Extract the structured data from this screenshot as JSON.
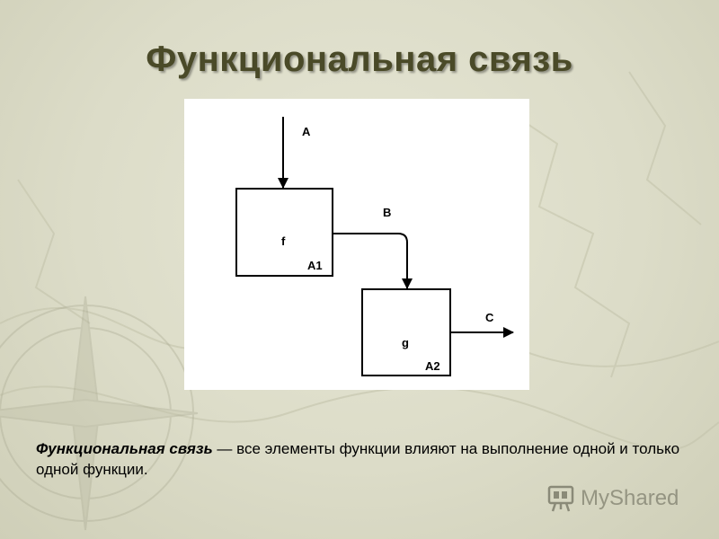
{
  "slide": {
    "title": "Функциональная связь",
    "caption_term": "Функциональная связь",
    "caption_rest": " — все элементы функции влияют на выполнение одной и только одной функции."
  },
  "diagram": {
    "input_label": "A",
    "link_label": "B",
    "output_label": "C",
    "box1": {
      "function": "f",
      "id": "A1"
    },
    "box2": {
      "function": "g",
      "id": "A2"
    }
  },
  "watermark": {
    "text": "MyShared"
  }
}
